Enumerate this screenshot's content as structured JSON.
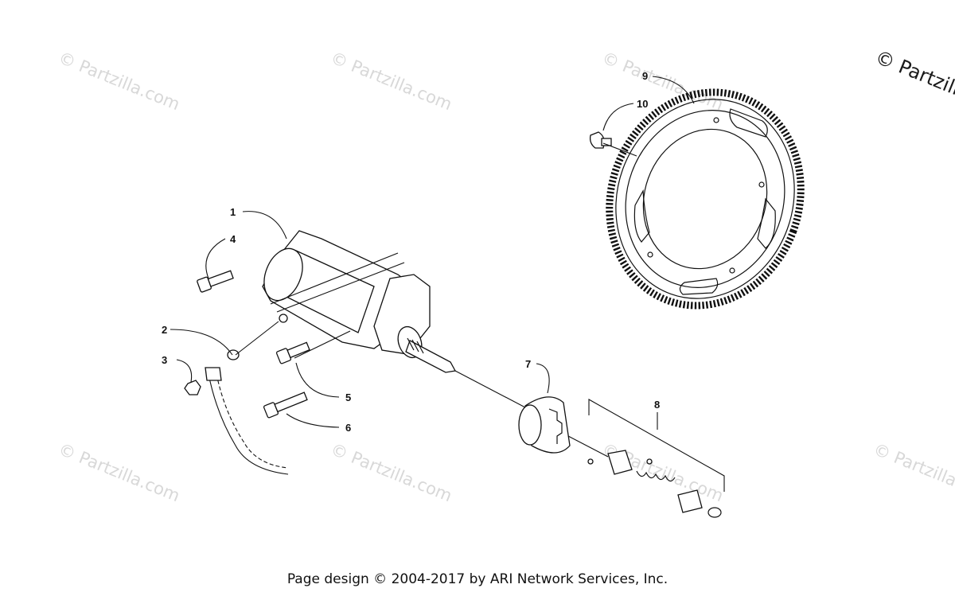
{
  "watermark": "© Partzilla.com",
  "corner_watermark": "© Partzilla",
  "footer": "Page design © 2004-2017 by ARI Network Services, Inc.",
  "callouts": [
    "1",
    "2",
    "3",
    "4",
    "5",
    "6",
    "7",
    "8",
    "9",
    "10"
  ]
}
